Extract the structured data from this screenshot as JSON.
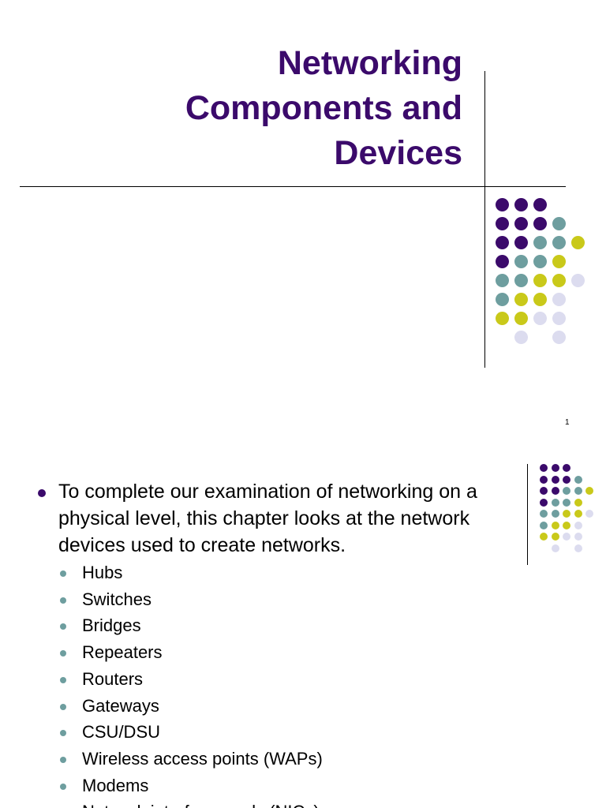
{
  "slides": [
    {
      "title_lines": [
        "Networking",
        "Components and",
        "Devices"
      ],
      "page_number": "1"
    },
    {
      "main_bullet": "To complete our examination of networking on a physical level, this chapter looks at the network devices used to create networks.",
      "sub_items": [
        "Hubs",
        "Switches",
        "Bridges",
        "Repeaters",
        "Routers",
        "Gateways",
        "CSU/DSU",
        "Wireless access points (WAPs)",
        "Modems",
        "Network interface cards (NICs)"
      ]
    }
  ],
  "colors": {
    "title": "#3b0a6b",
    "purple": "#3b0a6b",
    "teal": "#6e9e9f",
    "yellow": "#c9c91a",
    "lavender": "#dcdcef",
    "sub_bullet": "#6e9e9f",
    "main_bullet": "#3b0a6b"
  },
  "dot_pattern": [
    [
      "P",
      "P",
      "P",
      "",
      "",
      ""
    ],
    [
      "P",
      "P",
      "P",
      "T",
      "",
      ""
    ],
    [
      "P",
      "P",
      "T",
      "T",
      "Y",
      ""
    ],
    [
      "P",
      "T",
      "T",
      "Y",
      "",
      ""
    ],
    [
      "T",
      "T",
      "Y",
      "Y",
      "L",
      ""
    ],
    [
      "T",
      "Y",
      "Y",
      "L",
      "",
      ""
    ],
    [
      "Y",
      "Y",
      "L",
      "L",
      "",
      ""
    ],
    [
      "",
      "L",
      "",
      "L",
      "",
      ""
    ]
  ]
}
